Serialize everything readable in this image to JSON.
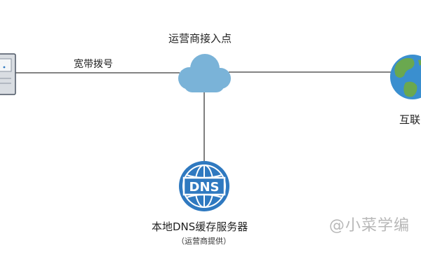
{
  "labels": {
    "isp_access_point": "运营商接入点",
    "broadband_dialup": "宽带拨号",
    "internet": "互联",
    "dns_server": "本地DNS缓存服务器",
    "dns_server_note": "（运营商提供）",
    "dns_badge": "DNS"
  },
  "watermark": "@小菜学编",
  "colors": {
    "cloud": "#7ab3d8",
    "dns_globe": "#2f79c0",
    "line": "#3a3a3a",
    "earth_ocean": "#3a8fcf",
    "earth_land": "#6aa84f"
  },
  "icons": [
    "computer-icon",
    "cloud-icon",
    "earth-globe-icon",
    "dns-globe-icon"
  ]
}
